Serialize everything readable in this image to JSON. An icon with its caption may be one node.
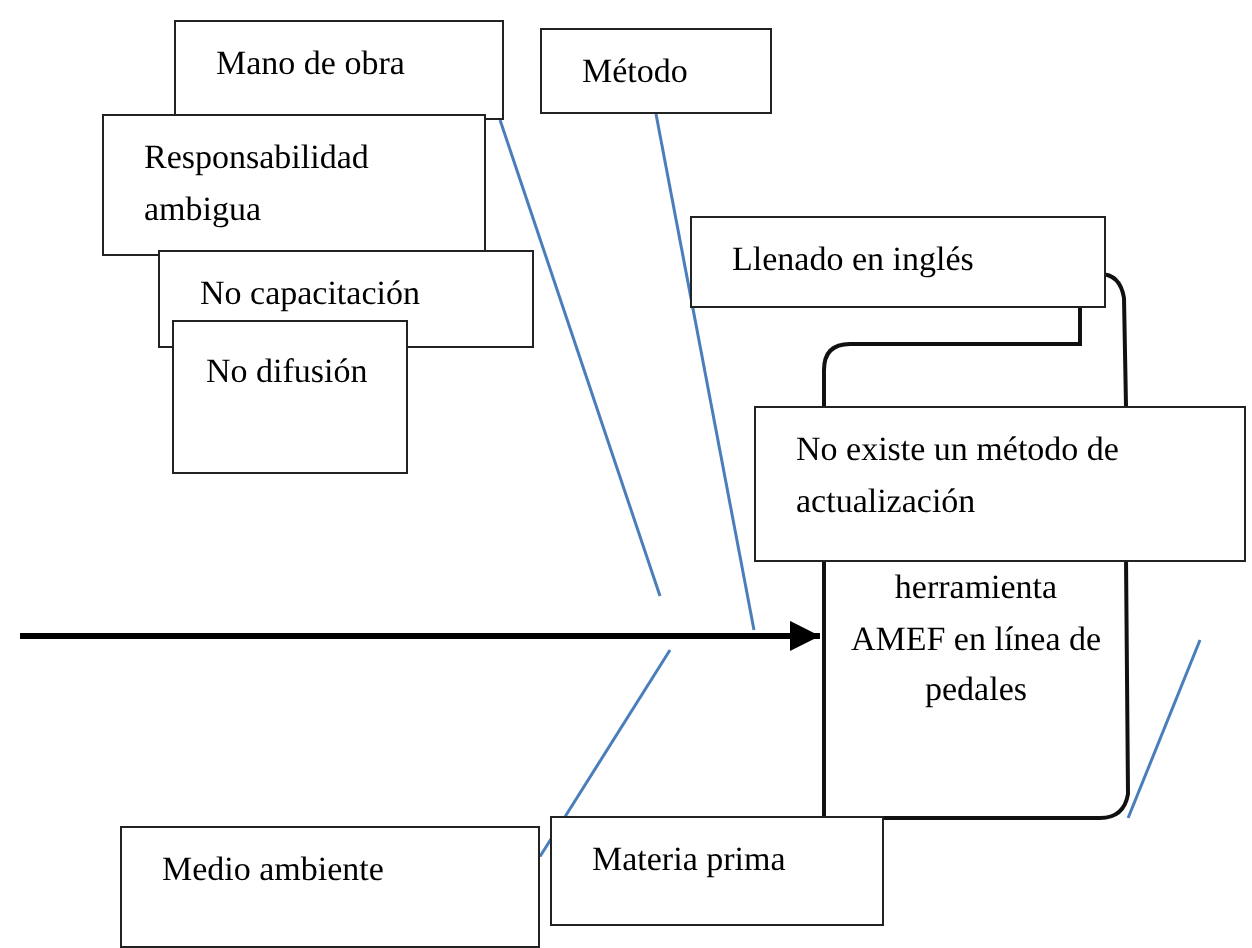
{
  "diagram": {
    "nodes": [
      {
        "text": [
          "Mano de obra"
        ]
      },
      {
        "text": [
          "Método"
        ]
      },
      {
        "text": [
          "Responsabilidad ambigua"
        ]
      },
      {
        "text": [
          "No capacitación"
        ]
      },
      {
        "text": [
          "No difusión"
        ]
      },
      {
        "text": [
          "Llenado en inglés"
        ]
      },
      {
        "text": [
          "No existe un método de actualización"
        ]
      },
      {
        "text": [
          "herramienta AMEF en línea de pedales"
        ]
      },
      {
        "text": [
          "Medio ambiente"
        ]
      },
      {
        "text": [
          "Materia prima"
        ]
      }
    ],
    "edges": [
      {
        "from": null,
        "to": 7,
        "arrow": "to",
        "style": "thick",
        "color": "#000000"
      },
      {
        "from": 0,
        "to": null,
        "arrow": "none"
      },
      {
        "from": 1,
        "to": null,
        "arrow": "none"
      },
      {
        "from": 8,
        "to": null,
        "arrow": "none"
      },
      {
        "from": null,
        "to": 7,
        "arrow": "none"
      }
    ]
  }
}
